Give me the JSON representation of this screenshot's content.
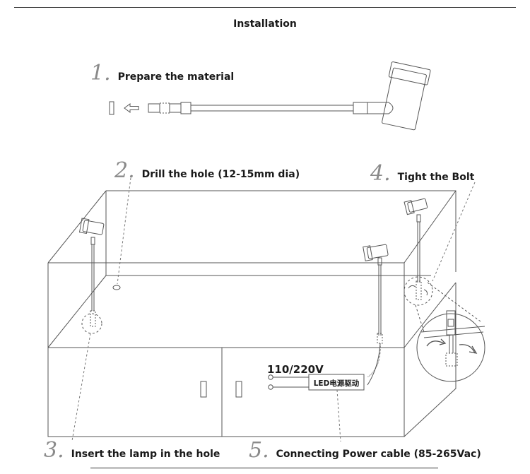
{
  "title": "Installation",
  "steps": [
    {
      "number": "1.",
      "label": "Prepare the material"
    },
    {
      "number": "2.",
      "label": "Drill the hole (12-15mm dia)"
    },
    {
      "number": "3.",
      "label": "Insert the lamp in the hole"
    },
    {
      "number": "4.",
      "label": "Tight the Bolt"
    },
    {
      "number": "5.",
      "label": "Connecting Power cable (85-265Vac)"
    }
  ],
  "voltage_label": "110/220V",
  "driver_label": "LED电源驱动"
}
